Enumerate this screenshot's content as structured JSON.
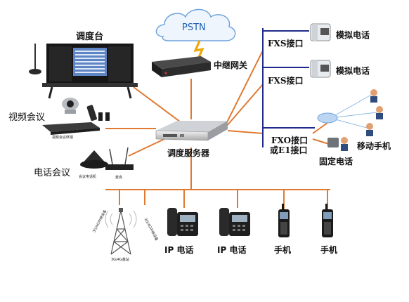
{
  "nodes": {
    "dispatch_console": "调度台",
    "pstn": "PSTN",
    "trunk_gateway": "中继网关",
    "dispatch_server": "调度服务器",
    "video_conference": "视频会议",
    "video_terminal": "视频会议终端",
    "phone_conference": "电话会议",
    "conference_phone": "会议电话机",
    "gooseneck_mic": "麦克",
    "fxs_1": "FXS接口",
    "fxs_2": "FXS接口",
    "analog_phone_1": "模拟电话",
    "analog_phone_2": "模拟电话",
    "fxo_line1": "FXO接口",
    "fxo_line2": "或E1接口",
    "mobile_phone_right": "移动手机",
    "fixed_phone": "固定电话",
    "ip_phone_1": "IP 电话",
    "ip_phone_2": "IP 电话",
    "handset_1": "手机",
    "handset_2": "手机",
    "base_station": "3G/4G基站",
    "relay_left": "3G/4G中继设备",
    "relay_right": "3G/4G中继设备"
  },
  "colors": {
    "link": "#e07a33",
    "bus": "#1f2a8a",
    "cloud_stroke": "#6fa4dc",
    "cloud_fill": "#eef5fd",
    "pstn_text": "#1a5fb4",
    "lightning": "#f0a500"
  }
}
